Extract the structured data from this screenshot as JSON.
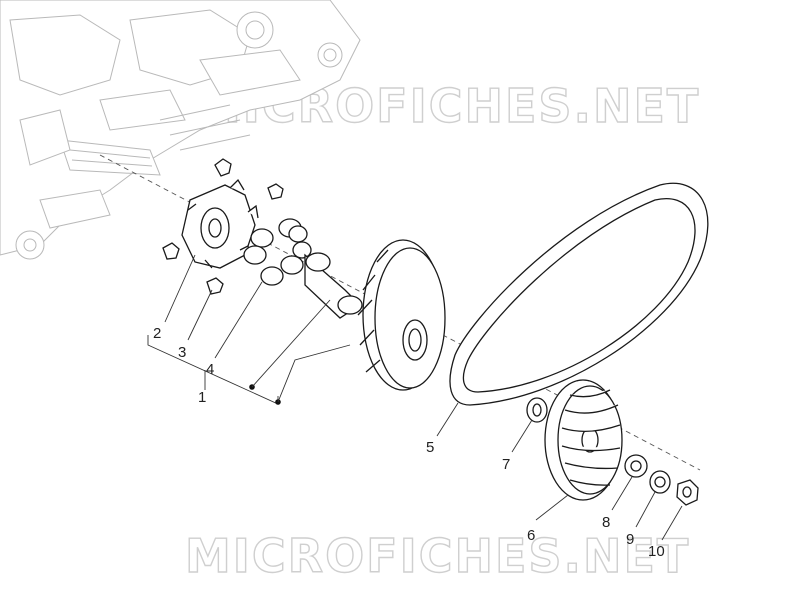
{
  "watermark": {
    "text": "MICROFICHES.NET"
  },
  "callouts": [
    {
      "id": "1",
      "label": "1"
    },
    {
      "id": "2",
      "label": "2"
    },
    {
      "id": "3",
      "label": "3"
    },
    {
      "id": "4",
      "label": "4"
    },
    {
      "id": "5",
      "label": "5"
    },
    {
      "id": "6",
      "label": "6"
    },
    {
      "id": "7",
      "label": "7"
    },
    {
      "id": "8",
      "label": "8"
    },
    {
      "id": "9",
      "label": "9"
    },
    {
      "id": "10",
      "label": "10"
    }
  ],
  "colors": {
    "line": "#1a1a1a",
    "ghost_line": "#b9b9b9",
    "watermark": "#cfcfcf"
  }
}
